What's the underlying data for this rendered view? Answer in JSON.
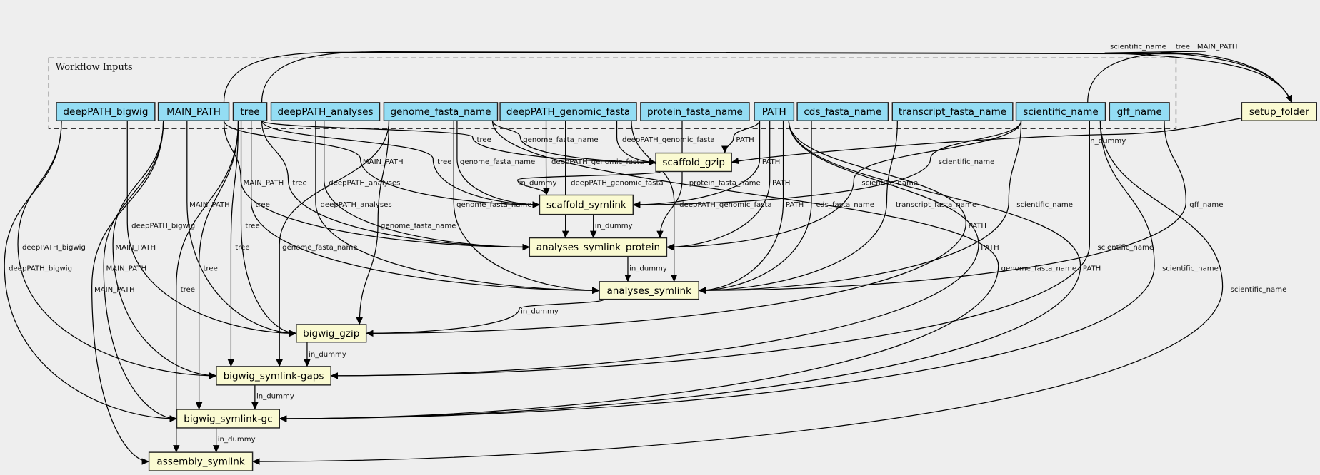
{
  "colors": {
    "background": "#eeeeee",
    "input_fill": "#94ddf4",
    "step_fill": "#fafad2",
    "edge": "#000000"
  },
  "cluster": {
    "label": "Workflow Inputs"
  },
  "inputs": [
    {
      "label": "deepPATH_bigwig"
    },
    {
      "label": "MAIN_PATH"
    },
    {
      "label": "tree"
    },
    {
      "label": "deepPATH_analyses"
    },
    {
      "label": "genome_fasta_name"
    },
    {
      "label": "deepPATH_genomic_fasta"
    },
    {
      "label": "protein_fasta_name"
    },
    {
      "label": "PATH"
    },
    {
      "label": "cds_fasta_name"
    },
    {
      "label": "transcript_fasta_name"
    },
    {
      "label": "scientific_name"
    },
    {
      "label": "gff_name"
    }
  ],
  "steps": [
    {
      "label": "setup_folder"
    },
    {
      "label": "scaffold_gzip"
    },
    {
      "label": "scaffold_symlink"
    },
    {
      "label": "analyses_symlink_protein"
    },
    {
      "label": "analyses_symlink"
    },
    {
      "label": "bigwig_gzip"
    },
    {
      "label": "bigwig_symlink-gaps"
    },
    {
      "label": "bigwig_symlink-gc"
    },
    {
      "label": "assembly_symlink"
    }
  ],
  "edges": [
    {
      "from": "scientific_name",
      "to": "setup_folder",
      "label": "scientific_name"
    },
    {
      "from": "tree",
      "to": "setup_folder",
      "label": "tree"
    },
    {
      "from": "MAIN_PATH",
      "to": "setup_folder",
      "label": "MAIN_PATH"
    },
    {
      "from": "setup_folder",
      "to": "scaffold_gzip",
      "label": "in_dummy"
    },
    {
      "from": "tree",
      "to": "scaffold_gzip",
      "label": "tree"
    },
    {
      "from": "genome_fasta_name",
      "to": "scaffold_gzip",
      "label": "genome_fasta_name"
    },
    {
      "from": "deepPATH_genomic_fasta",
      "to": "scaffold_gzip",
      "label": "deepPATH_genomic_fasta"
    },
    {
      "from": "PATH",
      "to": "scaffold_gzip",
      "label": "PATH"
    },
    {
      "from": "MAIN_PATH",
      "to": "scaffold_symlink",
      "label": "MAIN_PATH"
    },
    {
      "from": "tree",
      "to": "scaffold_symlink",
      "label": "tree"
    },
    {
      "from": "genome_fasta_name",
      "to": "scaffold_symlink",
      "label": "genome_fasta_name"
    },
    {
      "from": "deepPATH_genomic_fasta",
      "to": "scaffold_symlink",
      "label": "deepPATH_genomic_fasta"
    },
    {
      "from": "PATH",
      "to": "scaffold_symlink",
      "label": "PATH"
    },
    {
      "from": "scientific_name",
      "to": "scaffold_symlink",
      "label": "scientific_name"
    },
    {
      "from": "scaffold_gzip",
      "to": "scaffold_symlink",
      "label": "in_dummy"
    },
    {
      "from": "MAIN_PATH",
      "to": "analyses_symlink_protein",
      "label": "MAIN_PATH"
    },
    {
      "from": "tree",
      "to": "analyses_symlink_protein",
      "label": "tree"
    },
    {
      "from": "deepPATH_analyses",
      "to": "analyses_symlink_protein",
      "label": "deepPATH_analyses"
    },
    {
      "from": "deepPATH_genomic_fasta",
      "to": "analyses_symlink_protein",
      "label": "deepPATH_genomic_fasta"
    },
    {
      "from": "protein_fasta_name",
      "to": "analyses_symlink_protein",
      "label": "protein_fasta_name"
    },
    {
      "from": "PATH",
      "to": "analyses_symlink_protein",
      "label": "PATH"
    },
    {
      "from": "scientific_name",
      "to": "analyses_symlink_protein",
      "label": "scientific_name"
    },
    {
      "from": "scaffold_symlink",
      "to": "analyses_symlink_protein",
      "label": "in_dummy"
    },
    {
      "from": "tree",
      "to": "analyses_symlink",
      "label": "tree"
    },
    {
      "from": "deepPATH_analyses",
      "to": "analyses_symlink",
      "label": "deepPATH_analyses"
    },
    {
      "from": "genome_fasta_name",
      "to": "analyses_symlink",
      "label": "genome_fasta_name"
    },
    {
      "from": "deepPATH_genomic_fasta",
      "to": "analyses_symlink",
      "label": "deepPATH_genomic_fasta"
    },
    {
      "from": "PATH",
      "to": "analyses_symlink",
      "label": "PATH"
    },
    {
      "from": "cds_fasta_name",
      "to": "analyses_symlink",
      "label": "cds_fasta_name"
    },
    {
      "from": "transcript_fasta_name",
      "to": "analyses_symlink",
      "label": "transcript_fasta_name"
    },
    {
      "from": "scientific_name",
      "to": "analyses_symlink",
      "label": "scientific_name"
    },
    {
      "from": "gff_name",
      "to": "analyses_symlink",
      "label": "gff_name"
    },
    {
      "from": "analyses_symlink_protein",
      "to": "analyses_symlink",
      "label": "in_dummy"
    },
    {
      "from": "MAIN_PATH",
      "to": "bigwig_gzip",
      "label": "MAIN_PATH"
    },
    {
      "from": "deepPATH_bigwig",
      "to": "bigwig_gzip",
      "label": "deepPATH_bigwig"
    },
    {
      "from": "tree",
      "to": "bigwig_gzip",
      "label": "tree"
    },
    {
      "from": "genome_fasta_name",
      "to": "bigwig_gzip",
      "label": "genome_fasta_name"
    },
    {
      "from": "PATH",
      "to": "bigwig_gzip",
      "label": "PATH"
    },
    {
      "from": "analyses_symlink",
      "to": "bigwig_gzip",
      "label": "in_dummy"
    },
    {
      "from": "deepPATH_bigwig",
      "to": "bigwig_symlink-gaps",
      "label": "deepPATH_bigwig"
    },
    {
      "from": "MAIN_PATH",
      "to": "bigwig_symlink-gaps",
      "label": "MAIN_PATH"
    },
    {
      "from": "tree",
      "to": "bigwig_symlink-gaps",
      "label": "tree"
    },
    {
      "from": "genome_fasta_name",
      "to": "bigwig_symlink-gaps",
      "label": "genome_fasta_name"
    },
    {
      "from": "PATH",
      "to": "bigwig_symlink-gaps",
      "label": "PATH"
    },
    {
      "from": "scientific_name",
      "to": "bigwig_symlink-gaps",
      "label": "scientific_name"
    },
    {
      "from": "bigwig_gzip",
      "to": "bigwig_symlink-gaps",
      "label": "in_dummy"
    },
    {
      "from": "deepPATH_bigwig",
      "to": "bigwig_symlink-gc",
      "label": "deepPATH_bigwig"
    },
    {
      "from": "MAIN_PATH",
      "to": "bigwig_symlink-gc",
      "label": "MAIN_PATH"
    },
    {
      "from": "tree",
      "to": "bigwig_symlink-gc",
      "label": "tree"
    },
    {
      "from": "genome_fasta_name",
      "to": "bigwig_symlink-gc",
      "label": "genome_fasta_name"
    },
    {
      "from": "PATH",
      "to": "bigwig_symlink-gc",
      "label": "PATH"
    },
    {
      "from": "scientific_name",
      "to": "bigwig_symlink-gc",
      "label": "scientific_name"
    },
    {
      "from": "bigwig_symlink-gaps",
      "to": "bigwig_symlink-gc",
      "label": "in_dummy"
    },
    {
      "from": "MAIN_PATH",
      "to": "assembly_symlink",
      "label": "MAIN_PATH"
    },
    {
      "from": "tree",
      "to": "assembly_symlink",
      "label": "tree"
    },
    {
      "from": "scientific_name",
      "to": "assembly_symlink",
      "label": "scientific_name"
    },
    {
      "from": "bigwig_symlink-gc",
      "to": "assembly_symlink",
      "label": "in_dummy"
    }
  ]
}
